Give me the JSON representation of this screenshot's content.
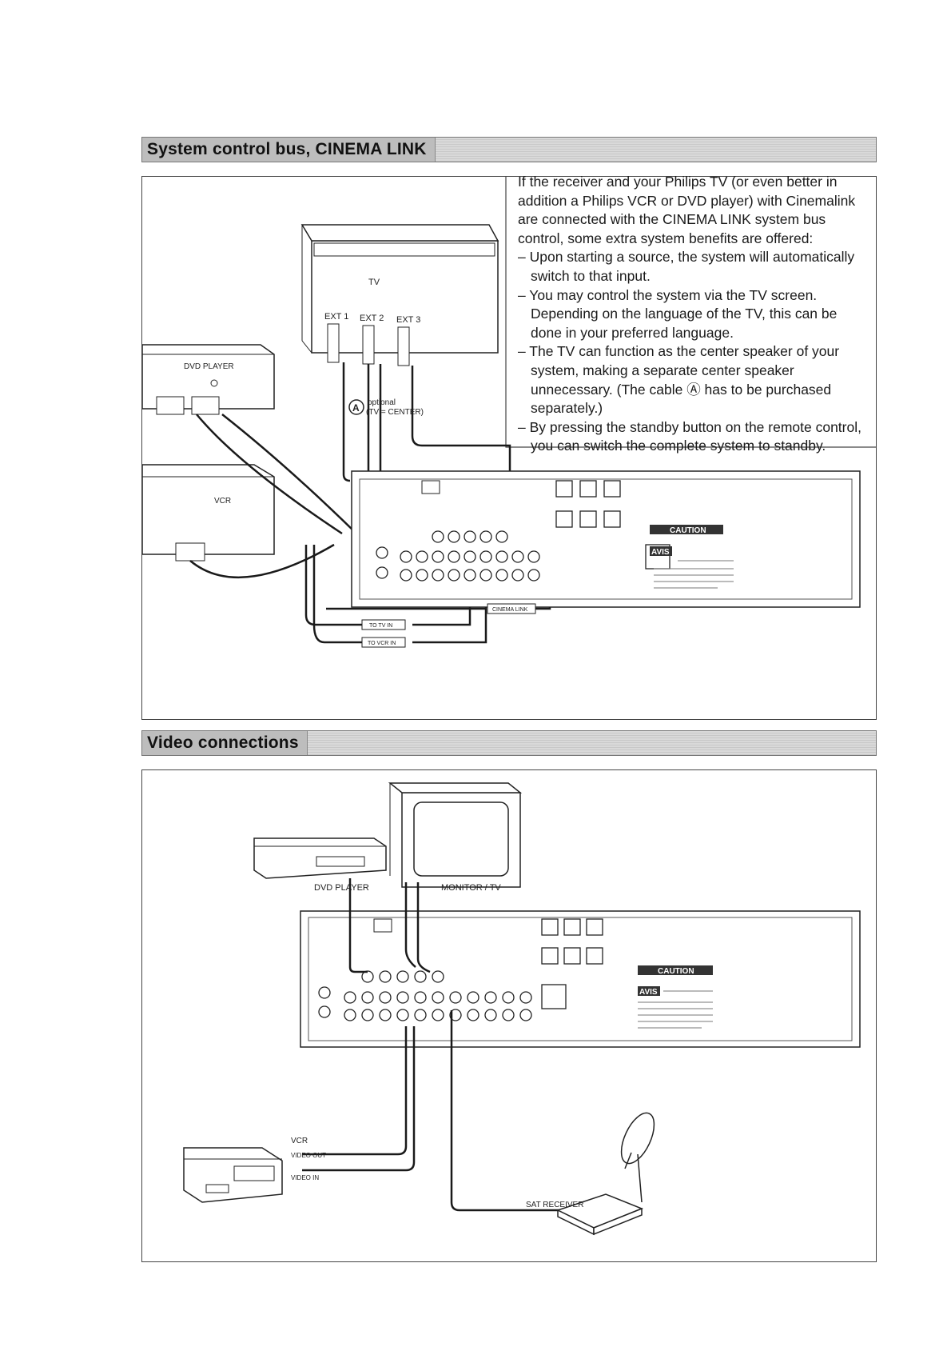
{
  "section1": {
    "title": "System control bus, CINEMA LINK",
    "intro": "If the receiver and your Philips TV (or even better in addition a Philips VCR or DVD player) with Cinemalink are connected with the CINEMA LINK system bus control, some extra system benefits are offered:",
    "bullets": [
      "– Upon starting a source, the system will automatically switch to that input.",
      "– You may control the system via the TV screen. Depending on the language of the TV, this can be done in your preferred language.",
      "– The TV can function as the center speaker of your system, making a separate center speaker unnecessary. (The cable Ⓐ has to be purchased separately.)",
      "– By pressing the standby button on the remote control, you can switch the complete system to standby."
    ],
    "diagram": {
      "tv": "TV",
      "ext1": "EXT 1",
      "ext2": "EXT 2",
      "ext3": "EXT 3",
      "dvd_player": "DVD PLAYER",
      "vcr": "VCR",
      "marker_a": "A",
      "optional": "optional",
      "tv_center": "(TV = CENTER)",
      "cinema_link": "CINEMA LINK",
      "to_tv_in": "TO TV IN",
      "to_vcr_in": "TO VCR IN",
      "caution": "CAUTION",
      "avis": "AVIS"
    }
  },
  "section2": {
    "title": "Video connections",
    "diagram": {
      "dvd_player": "DVD PLAYER",
      "monitor_tv": "MONITOR / TV",
      "vcr": "VCR",
      "video_out": "VIDEO OUT",
      "video_in": "VIDEO IN",
      "sat_receiver": "SAT RECEIVER",
      "caution": "CAUTION",
      "avis": "AVIS"
    }
  }
}
